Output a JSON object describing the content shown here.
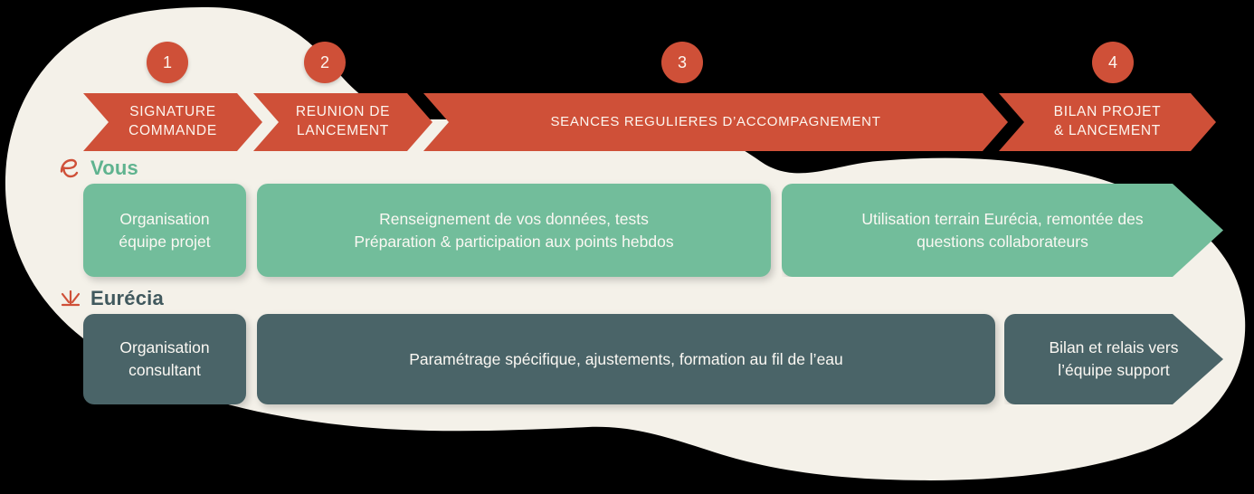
{
  "colors": {
    "background": "#f4f1e9",
    "accent_red": "#cf5038",
    "green": "#72bd9b",
    "teal": "#4a6468",
    "text_light": "#fbf8f3",
    "vous_label": "#5fb38f",
    "eurecia_label": "#41595e"
  },
  "timeline": {
    "steps": [
      {
        "number": "1",
        "label": "SIGNATURE\nCOMMANDE"
      },
      {
        "number": "2",
        "label": "REUNION DE\nLANCEMENT"
      },
      {
        "number": "3",
        "label": "SEANCES REGULIERES D’ACCOMPAGNEMENT"
      },
      {
        "number": "4",
        "label": "BILAN PROJET\n& LANCEMENT"
      }
    ]
  },
  "rows": [
    {
      "key": "vous",
      "label": "Vous",
      "icon": "eurecia-e-icon",
      "boxes": [
        {
          "text": "Organisation\néquipe projet"
        },
        {
          "text": "Renseignement de vos données, tests\nPréparation & participation aux points hebdos"
        },
        {
          "text": "Utilisation terrain Eurécia, remontée des\nquestions collaborateurs"
        }
      ]
    },
    {
      "key": "eurecia",
      "label": "Eurécia",
      "icon": "eurecia-star-icon",
      "boxes": [
        {
          "text": "Organisation\nconsultant"
        },
        {
          "text": "Paramétrage spécifique, ajustements, formation au fil de l’eau"
        },
        {
          "text": "Bilan et relais vers\nl’équipe support"
        }
      ]
    }
  ]
}
